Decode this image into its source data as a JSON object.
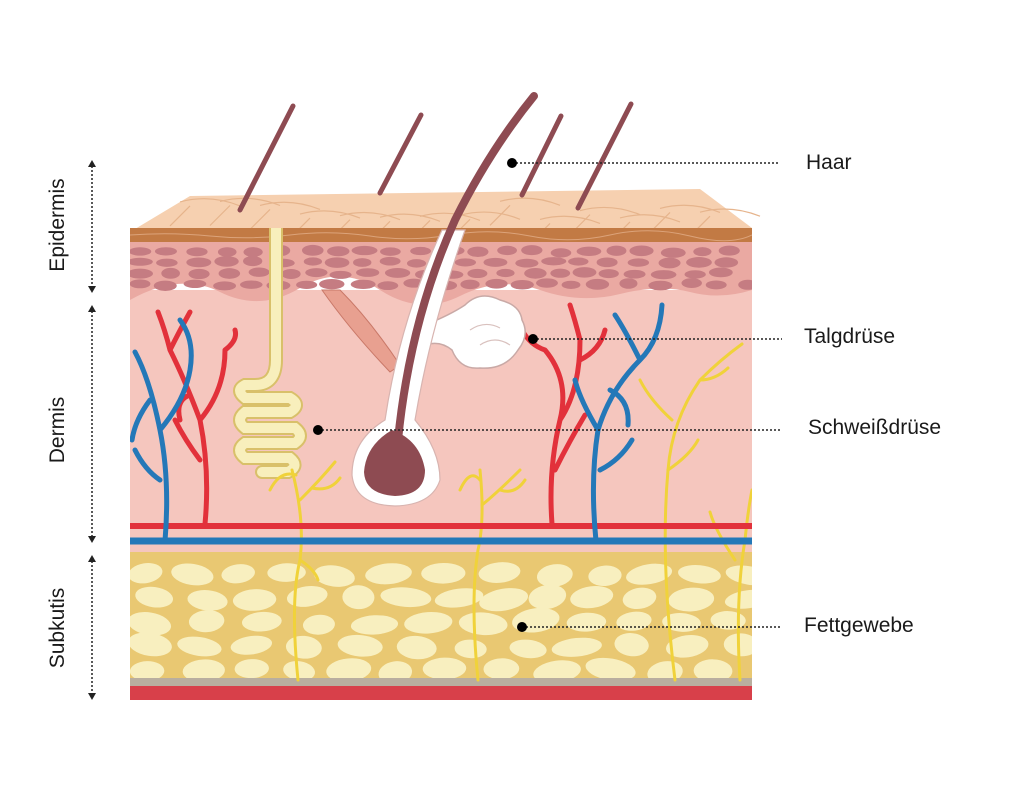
{
  "layers": [
    {
      "id": "epidermis",
      "label": "Epidermis"
    },
    {
      "id": "dermis",
      "label": "Dermis"
    },
    {
      "id": "subkutis",
      "label": "Subkutis"
    }
  ],
  "callouts": [
    {
      "id": "haar",
      "label": "Haar"
    },
    {
      "id": "talgdruese",
      "label": "Talgdrüse"
    },
    {
      "id": "schweissdruese",
      "label": "Schweißdrüse"
    },
    {
      "id": "fettgewebe",
      "label": "Fettgewebe"
    }
  ],
  "colors": {
    "surface": "#f6d0b0",
    "stratum": "#c27a44",
    "cells_bg": "#eaa9a2",
    "cells": "#c57c82",
    "dermis": "#f5c6be",
    "artery": "#e2313b",
    "vein": "#2478b8",
    "nerve": "#f0d23a",
    "fat_bg": "#e9c872",
    "fat_cell": "#f8efbf",
    "hair": "#8e4b52",
    "base_gray": "#b9ae9f",
    "base_red": "#d8404a"
  }
}
